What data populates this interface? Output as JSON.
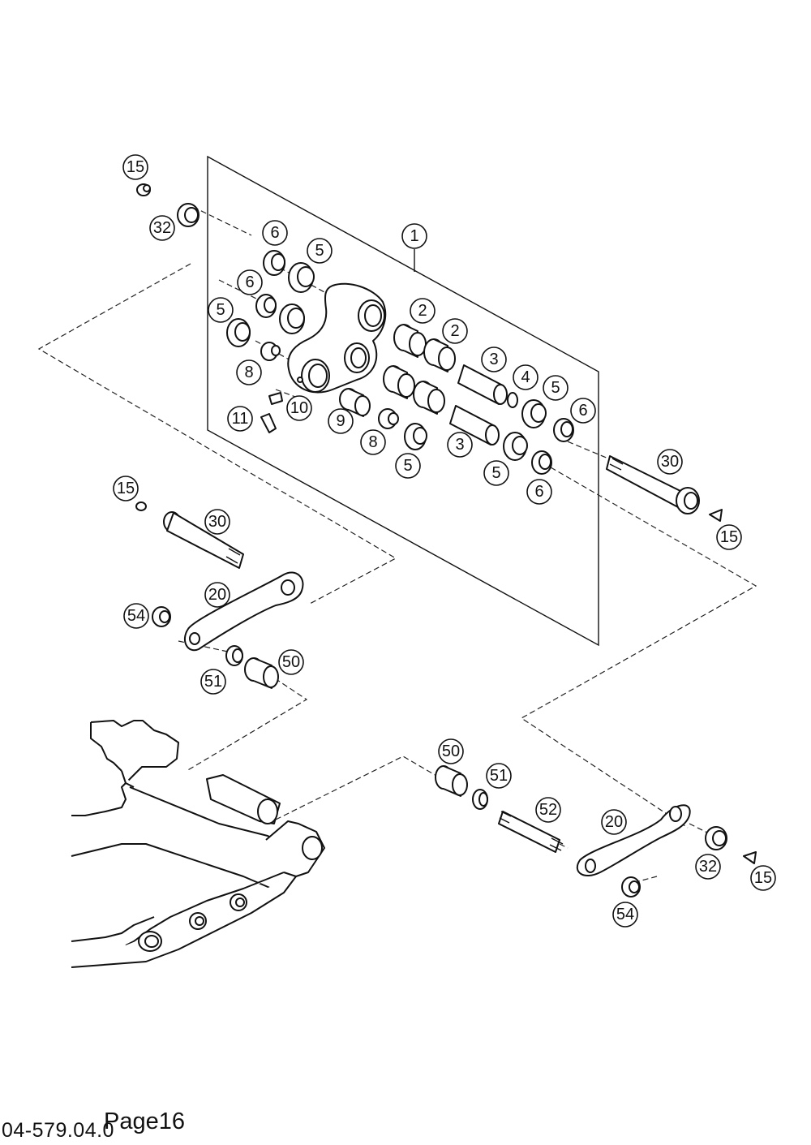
{
  "document": {
    "drawing_number": "04-579.04.0",
    "page_label": "Page16"
  },
  "colors": {
    "ink": "#111111",
    "paper": "#ffffff"
  },
  "callouts": [
    {
      "id": "c-15-a",
      "label": "15"
    },
    {
      "id": "c-32-a",
      "label": "32"
    },
    {
      "id": "c-6-a",
      "label": "6"
    },
    {
      "id": "c-5-a",
      "label": "5"
    },
    {
      "id": "c-1",
      "label": "1"
    },
    {
      "id": "c-6-b",
      "label": "6"
    },
    {
      "id": "c-5-b",
      "label": "5"
    },
    {
      "id": "c-2-a",
      "label": "2"
    },
    {
      "id": "c-2-b",
      "label": "2"
    },
    {
      "id": "c-3-a",
      "label": "3"
    },
    {
      "id": "c-4",
      "label": "4"
    },
    {
      "id": "c-8-a",
      "label": "8"
    },
    {
      "id": "c-5-c",
      "label": "5"
    },
    {
      "id": "c-10",
      "label": "10"
    },
    {
      "id": "c-9",
      "label": "9"
    },
    {
      "id": "c-6-c",
      "label": "6"
    },
    {
      "id": "c-11",
      "label": "11"
    },
    {
      "id": "c-8-b",
      "label": "8"
    },
    {
      "id": "c-3-b",
      "label": "3"
    },
    {
      "id": "c-5-d",
      "label": "5"
    },
    {
      "id": "c-5-e",
      "label": "5"
    },
    {
      "id": "c-6-d",
      "label": "6"
    },
    {
      "id": "c-30-a",
      "label": "30"
    },
    {
      "id": "c-15-b",
      "label": "15"
    },
    {
      "id": "c-15-c",
      "label": "15"
    },
    {
      "id": "c-30-b",
      "label": "30"
    },
    {
      "id": "c-20-a",
      "label": "20"
    },
    {
      "id": "c-54-a",
      "label": "54"
    },
    {
      "id": "c-50-a",
      "label": "50"
    },
    {
      "id": "c-51-a",
      "label": "51"
    },
    {
      "id": "c-50-b",
      "label": "50"
    },
    {
      "id": "c-51-b",
      "label": "51"
    },
    {
      "id": "c-52",
      "label": "52"
    },
    {
      "id": "c-20-b",
      "label": "20"
    },
    {
      "id": "c-32-b",
      "label": "32"
    },
    {
      "id": "c-15-d",
      "label": "15"
    },
    {
      "id": "c-54-b",
      "label": "54"
    }
  ]
}
